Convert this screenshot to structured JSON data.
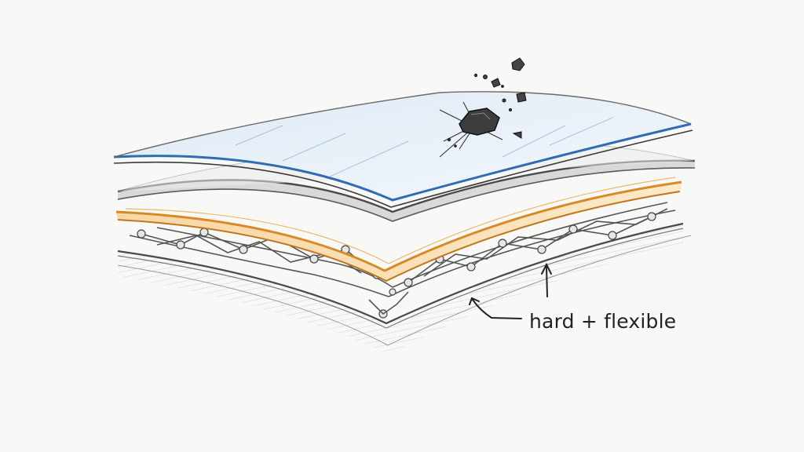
{
  "annotation": {
    "text": "hard + flexible"
  },
  "layers": [
    {
      "name": "glass-top-layer",
      "color": "#4f86c6"
    },
    {
      "name": "gray-plate-layer",
      "color": "#8d8d8d"
    },
    {
      "name": "orange-core-layer",
      "color": "#e39a3a"
    },
    {
      "name": "lattice-mesh-layer",
      "color": "#6f6f6f"
    },
    {
      "name": "base-layer",
      "color": "#6d6d6d"
    }
  ],
  "colors": {
    "ink": "#2b2b2b",
    "paper": "#f8f8f6"
  }
}
